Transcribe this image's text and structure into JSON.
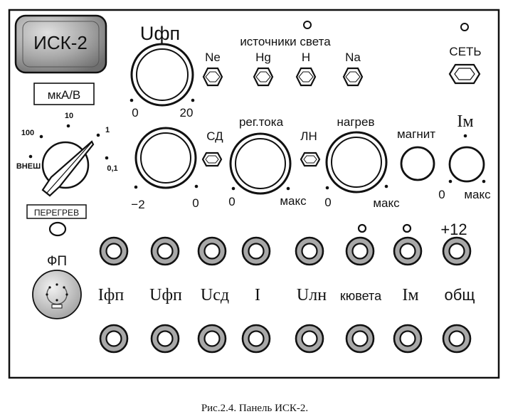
{
  "panel": {
    "title": "ИСК-2",
    "units_label": "мкА/В",
    "caption": "Рис.2.4.  Панель ИСК-2."
  },
  "switch": {
    "scale": [
      "100",
      "10",
      "1",
      "0,1",
      "ВНЕШ"
    ],
    "overheat_label": "ПЕРЕГРЕВ"
  },
  "fp": {
    "label": "ФП"
  },
  "light_sources": {
    "heading": "источники  света",
    "buttons": [
      "Ne",
      "Hg",
      "H",
      "Na"
    ]
  },
  "power": {
    "label": "СЕТЬ"
  },
  "knobs": {
    "ufp": {
      "label": "Uфп",
      "min": "0",
      "max": "20"
    },
    "sd_knob": {
      "min": "−2",
      "max": "0"
    },
    "reg_toka": {
      "label": "рег.тока",
      "min": "0",
      "max": "макс"
    },
    "nagrev": {
      "label": "нагрев",
      "min": "0",
      "max": "макс"
    },
    "magnit": {
      "label": "магнит"
    },
    "im": {
      "label": "Iм",
      "min": "0",
      "max": "макс"
    }
  },
  "buttons": {
    "sd": "СД",
    "ln": "ЛН"
  },
  "jacks": {
    "labels": [
      "Iфп",
      "Uфп",
      "Uсд",
      "I",
      "Uлн",
      "кювета",
      "Iм",
      "общ"
    ],
    "plus12": "+12"
  },
  "colors": {
    "panel_fill": "#ffffff",
    "stroke": "#111111",
    "title_bg": "#9a9a9a",
    "jack_fill": "#a8a8a8",
    "fp_fill": "#cfcfcf"
  }
}
